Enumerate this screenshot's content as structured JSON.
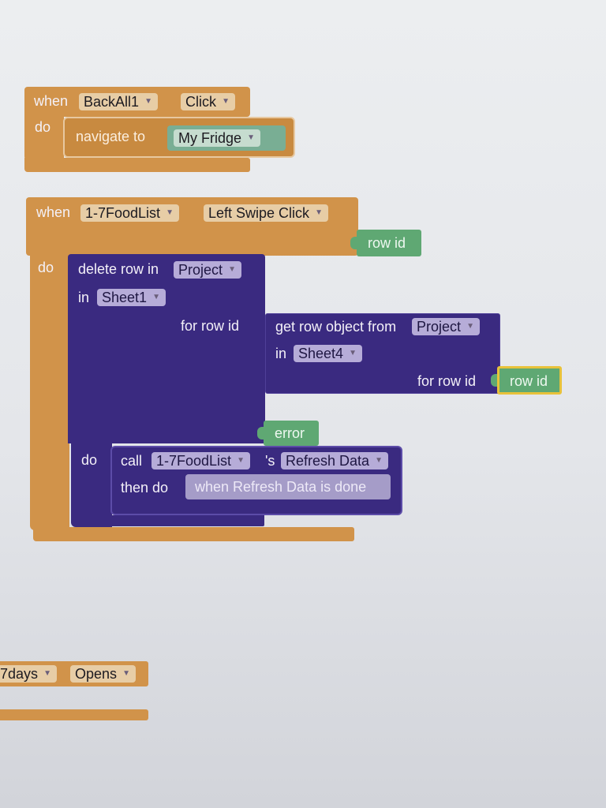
{
  "block1": {
    "when": "when",
    "component": "BackAll1",
    "event": "Click",
    "do": "do",
    "navigate_label": "navigate to",
    "screen_value": "My Fridge"
  },
  "block2": {
    "when": "when",
    "component": "1-7FoodList",
    "event": "Left Swipe Click",
    "param": "row id",
    "do": "do",
    "delete": {
      "label": "delete row in",
      "project": "Project",
      "in_label": "in",
      "sheet": "Sheet1",
      "for_row_id": "for row id"
    },
    "get": {
      "label": "get row object from",
      "project": "Project",
      "in_label": "in",
      "sheet": "Sheet4",
      "for_row_id": "for row id",
      "row_id": "row id"
    },
    "error_param": "error",
    "do_label": "do",
    "call": {
      "label": "call",
      "component": "1-7FoodList",
      "possessive": "'s",
      "method": "Refresh Data",
      "then_do": "then do",
      "placeholder": "when Refresh Data is done"
    }
  },
  "block3": {
    "component": "7days",
    "event": "Opens"
  },
  "colors": {
    "event_orange": "#d1934a",
    "procedure_purple": "#3a2a80",
    "variable_green": "#5fa873",
    "highlight_yellow": "#e8c23a"
  }
}
